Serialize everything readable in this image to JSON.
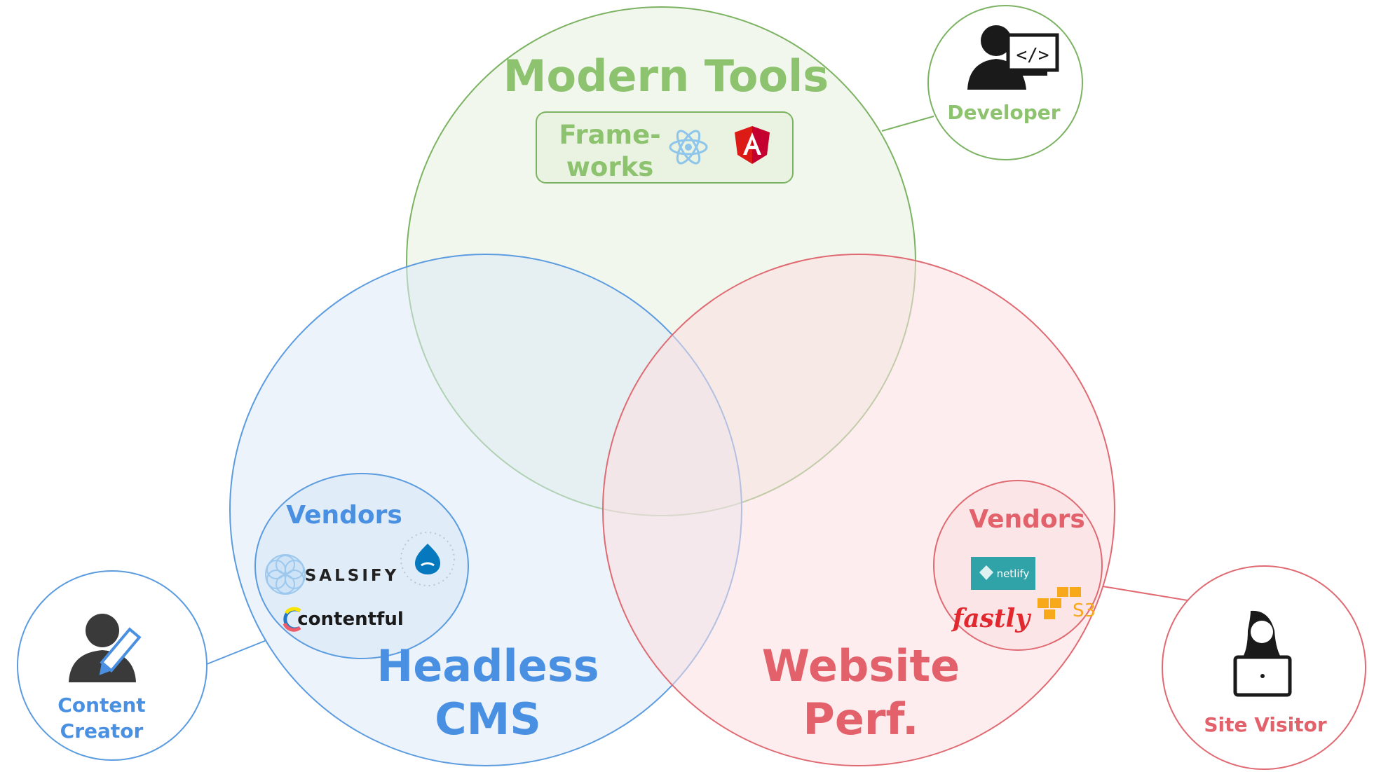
{
  "circles": {
    "modern_tools": {
      "title": "Modern Tools",
      "frameworks_line1": "Frame-",
      "frameworks_line2": "works"
    },
    "headless_cms": {
      "title_line1": "Headless",
      "title_line2": "CMS",
      "vendors_title": "Vendors",
      "vendors": [
        "SALSIFY",
        "contentful"
      ]
    },
    "website_perf": {
      "title_line1": "Website",
      "title_line2": "Perf.",
      "vendors_title": "Vendors",
      "vendors": [
        "netlify",
        "fastly",
        "S3"
      ]
    }
  },
  "personas": {
    "developer": {
      "label": "Developer",
      "code_glyph": "</>"
    },
    "content_creator": {
      "label_line1": "Content",
      "label_line2": "Creator"
    },
    "site_visitor": {
      "label": "Site Visitor"
    }
  },
  "colors": {
    "green": "#8dc26f",
    "green_stroke": "#7cb362",
    "blue": "#4a90e2",
    "blue_stroke": "#5b9be0",
    "red": "#e2616b",
    "red_stroke": "#e06a72"
  },
  "icons": [
    "react-icon",
    "angular-icon",
    "salsify-icon",
    "drupal-icon",
    "contentful-icon",
    "netlify-icon",
    "aws-s3-icon",
    "developer-icon",
    "content-creator-icon",
    "site-visitor-icon"
  ]
}
